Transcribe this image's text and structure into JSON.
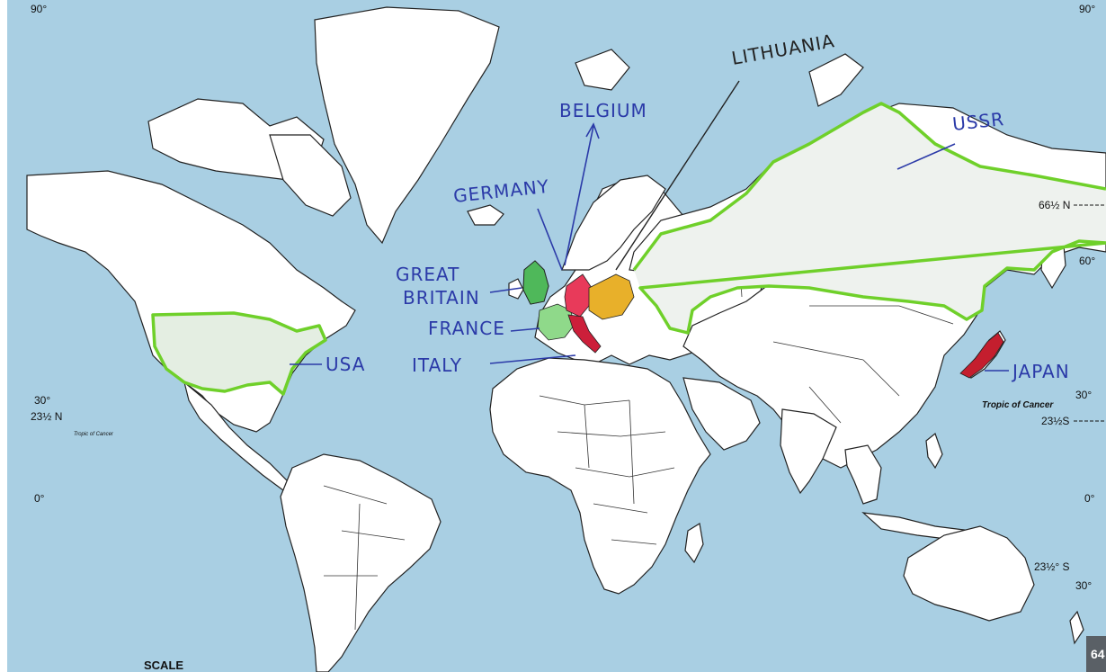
{
  "map": {
    "colors": {
      "ocean": "#a9cfe3",
      "land": "#ffffff",
      "allied_outline": "#6fd02a",
      "germany_fill": "#e83a5a",
      "italy_fill": "#cc1f3a",
      "japan_fill": "#c41e2e",
      "great_britain_fill": "#4fb85a",
      "france_fill": "#8fd98a",
      "lithuania_region_fill": "#e8b02a",
      "label_ink": "#2b3aa8"
    },
    "handwritten_labels": {
      "belgium": "BELGIUM",
      "lithuania": "LITHUANIA",
      "ussr": "USSR",
      "germany": "GERMANY",
      "great": "GREAT",
      "britain": "BRITAIN",
      "france": "FRANCE",
      "usa": "USA",
      "italy": "ITALY",
      "japan": "JAPAN"
    },
    "latitude_labels": {
      "top_left": "90°",
      "top_right": "90°",
      "arctic_right": "66½ N",
      "sixty_right": "60°",
      "thirty_left": "30°",
      "tropic_left": "23½ N",
      "tropic_left_caption": "Tropic of Cancer",
      "tropic_right_caption": "Tropic of Cancer",
      "thirty_right": "30°",
      "tropic_right": "23½S",
      "equator_left": "0°",
      "equator_right": "0°",
      "capricorn_right": "23½° S",
      "thirty_south_right": "30°"
    },
    "scale_label": "SCALE",
    "page_number": "64"
  }
}
